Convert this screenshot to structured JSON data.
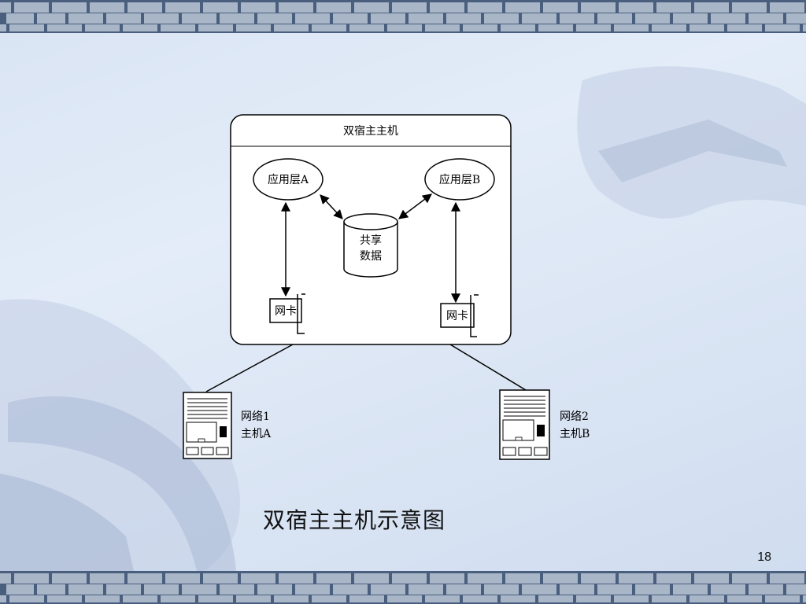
{
  "diagram": {
    "host_box_title": "双宿主主机",
    "app_layer_a": "应用层A",
    "app_layer_b": "应用层B",
    "shared_data_line1": "共享",
    "shared_data_line2": "数据",
    "nic_left": "网卡",
    "nic_right": "网卡",
    "network1_line1": "网络1",
    "network1_line2": "主机A",
    "network2_line1": "网络2",
    "network2_line2": "主机B"
  },
  "caption": "双宿主主机示意图",
  "page_number": "18",
  "colors": {
    "background": "#dde7f5",
    "border_band": "#4a5f7e",
    "line": "#000000"
  }
}
